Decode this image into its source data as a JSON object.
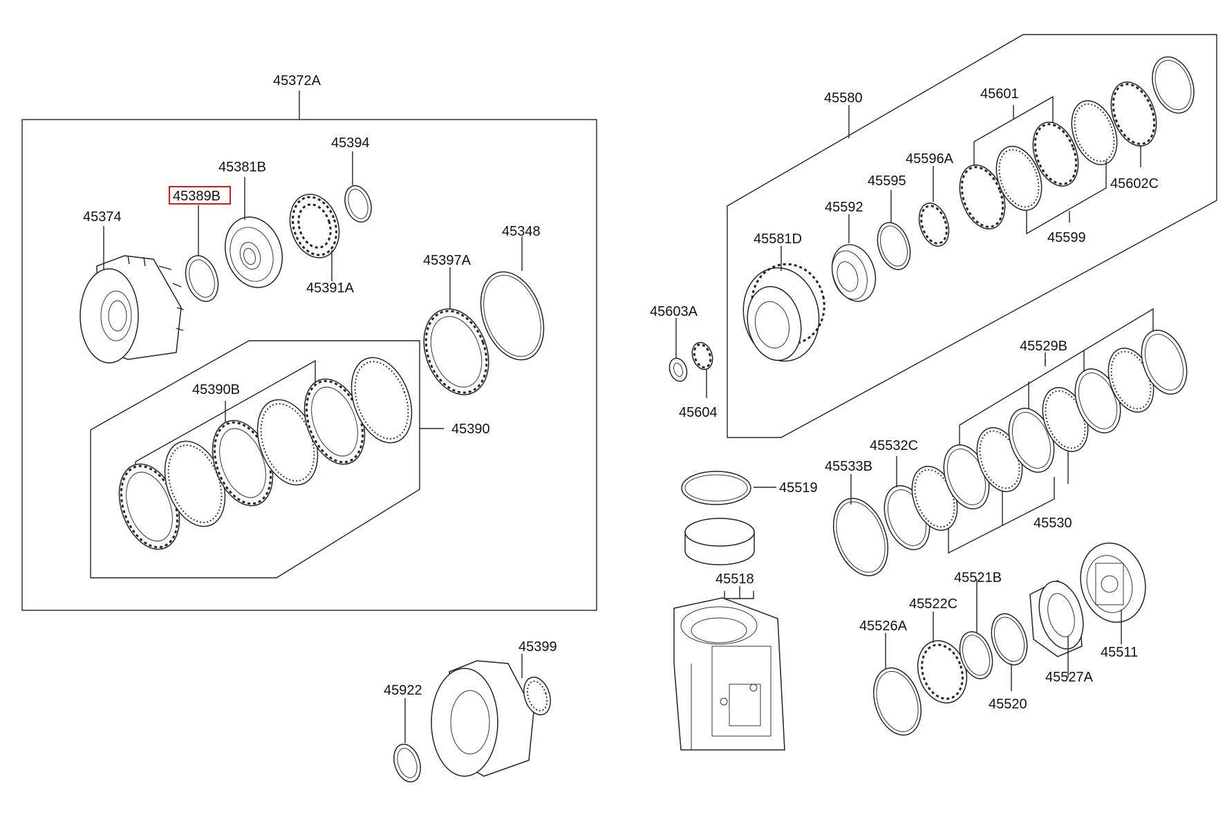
{
  "highlight_color": "#d40000",
  "labels": {
    "p45372A": "45372A",
    "p45394": "45394",
    "p45381B": "45381B",
    "p45389B": "45389B",
    "p45374": "45374",
    "p45391A": "45391A",
    "p45348": "45348",
    "p45397A": "45397A",
    "p45390B": "45390B",
    "p45390": "45390",
    "p45399": "45399",
    "p45922": "45922",
    "p45580": "45580",
    "p45601": "45601",
    "p45596A": "45596A",
    "p45595": "45595",
    "p45592": "45592",
    "p45581D": "45581D",
    "p45602C": "45602C",
    "p45599": "45599",
    "p45603A": "45603A",
    "p45604": "45604",
    "p45529B": "45529B",
    "p45532C": "45532C",
    "p45533B": "45533B",
    "p45519": "45519",
    "p45530": "45530",
    "p45518": "45518",
    "p45521B": "45521B",
    "p45522C": "45522C",
    "p45526A": "45526A",
    "p45520": "45520",
    "p45527A": "45527A",
    "p45511": "45511"
  },
  "highlighted_part": "45389B"
}
